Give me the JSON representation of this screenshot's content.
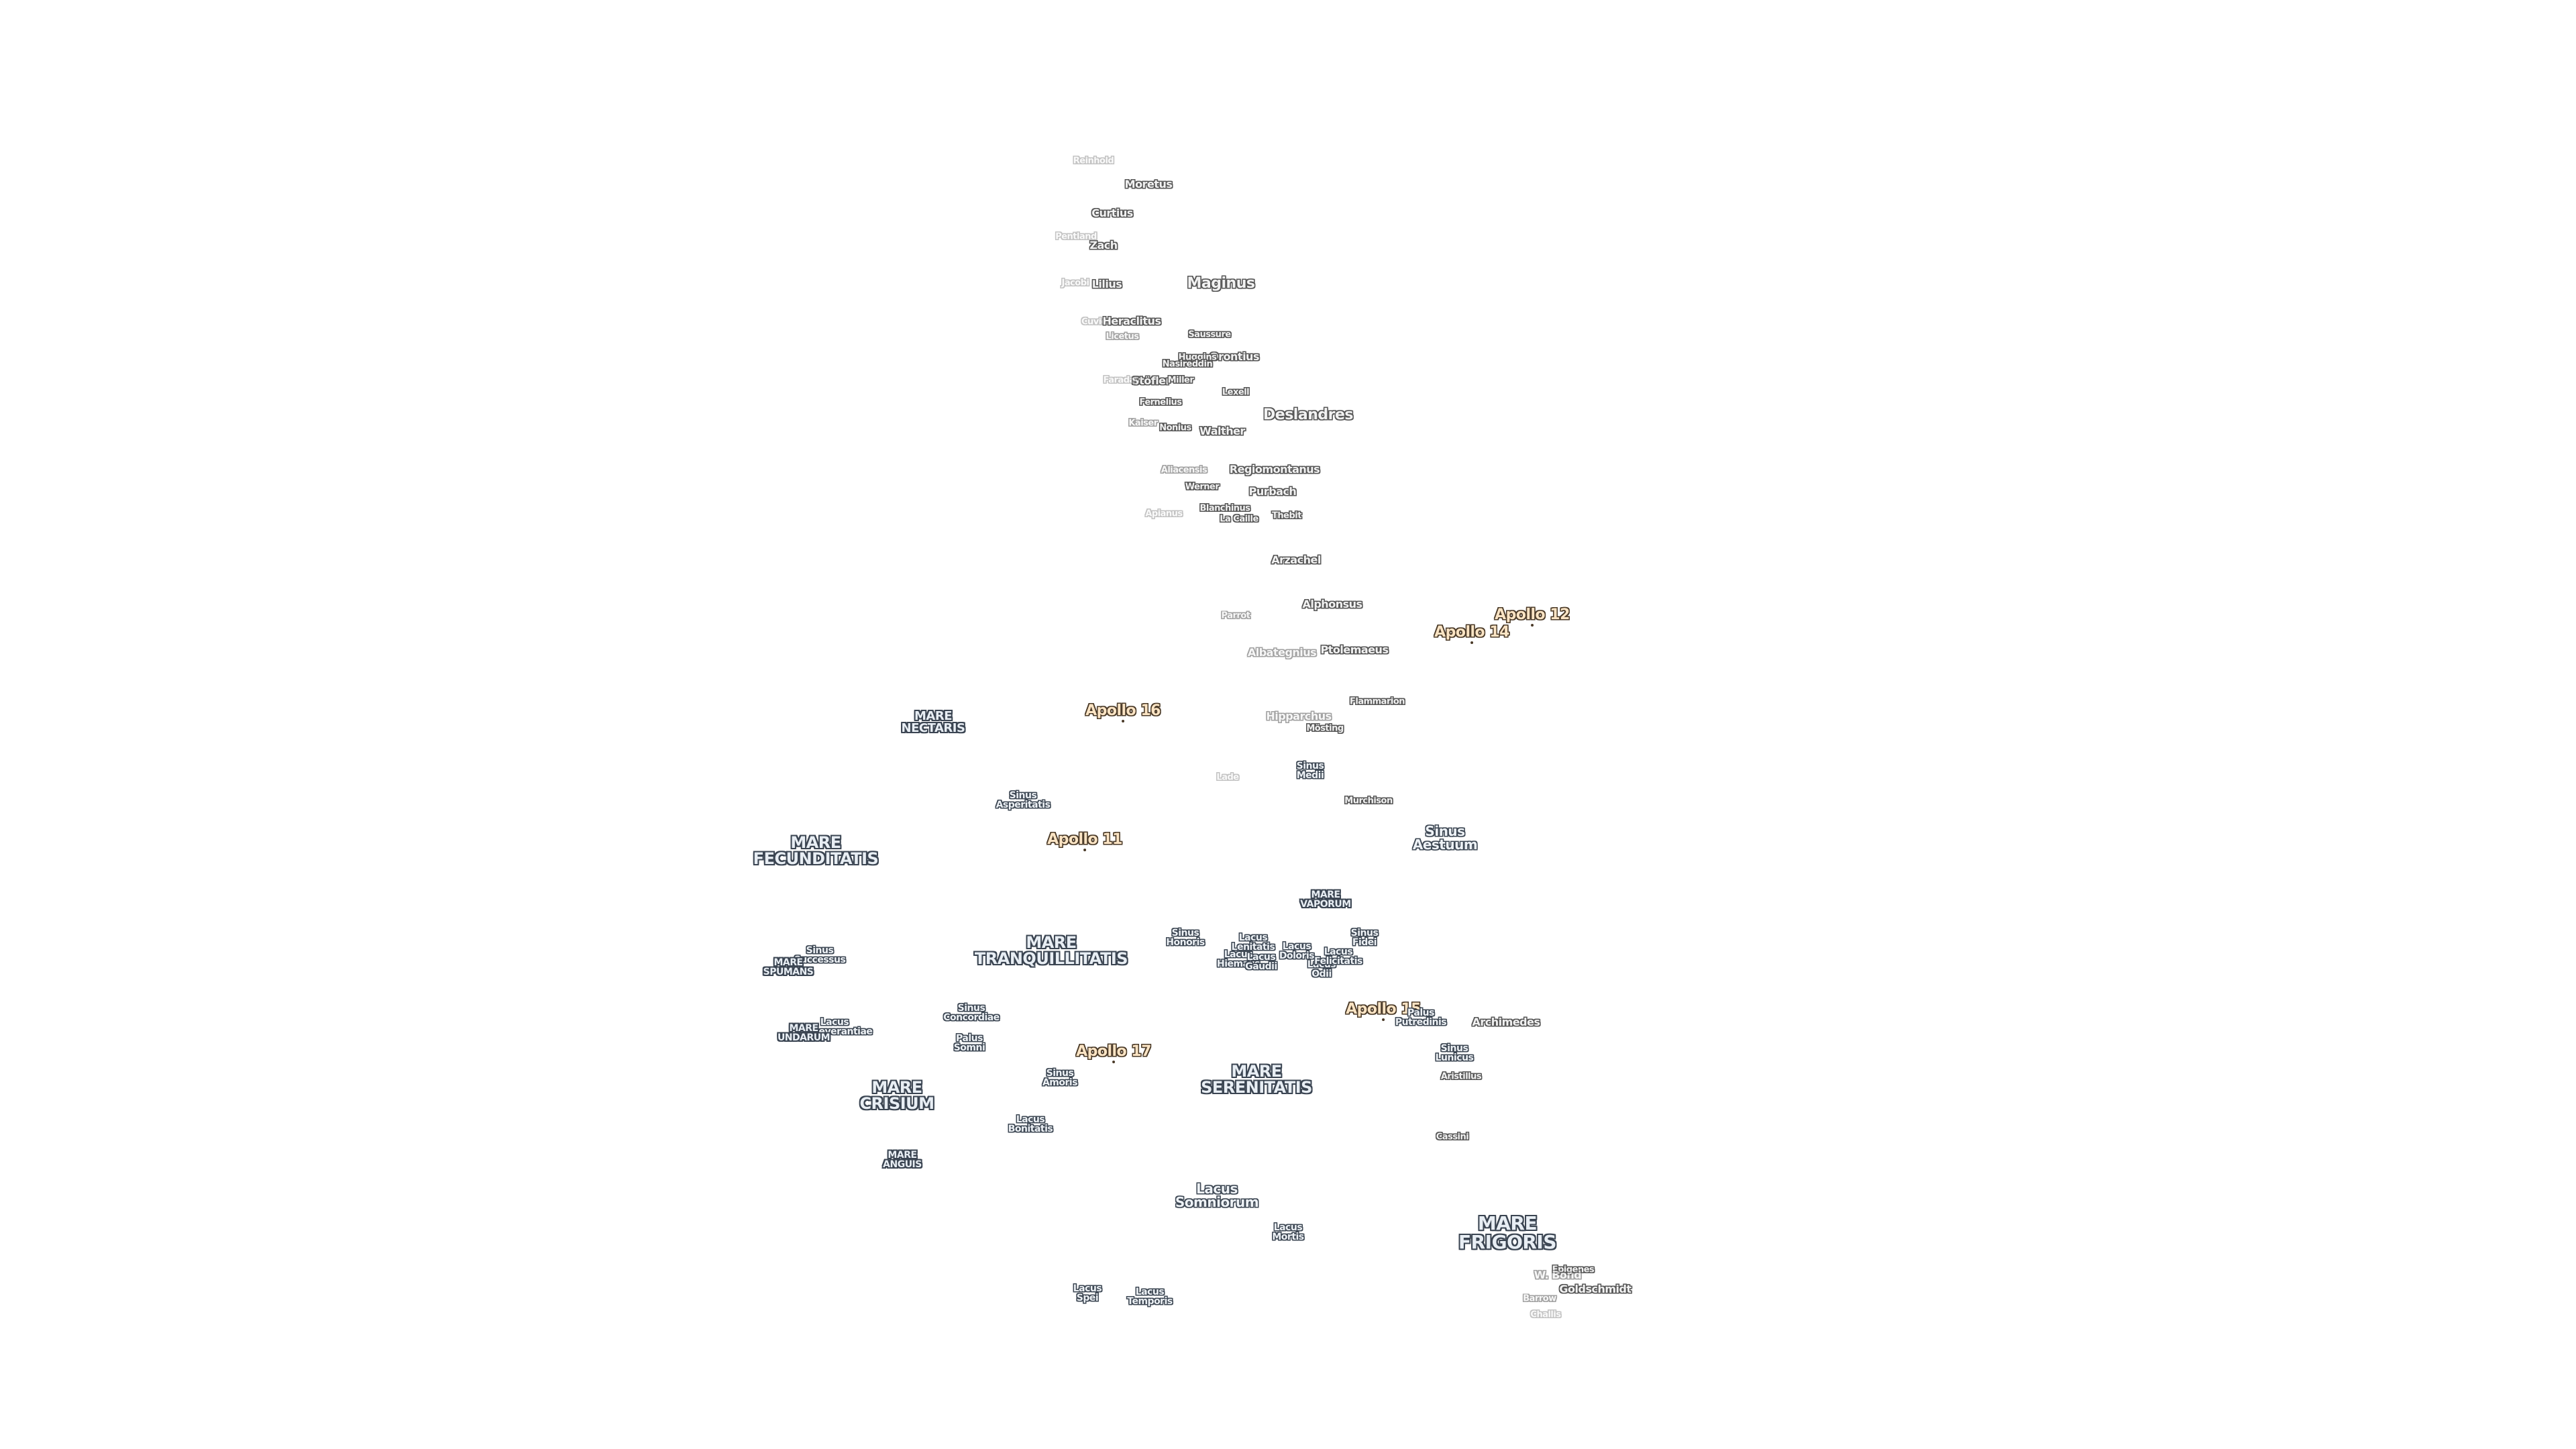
{
  "map": {
    "labels": [
      {
        "text": "Reinhold",
        "kind": "crater-s faint"
      },
      {
        "text": "Moretus",
        "kind": "crater"
      },
      {
        "text": "Curtius",
        "kind": "crater"
      },
      {
        "text": "Pentland",
        "kind": "crater-s faint"
      },
      {
        "text": "Zach",
        "kind": "crater"
      },
      {
        "text": "Jacobi",
        "kind": "crater-s faint"
      },
      {
        "text": "Lilius",
        "kind": "crater"
      },
      {
        "text": "Maginus",
        "kind": "crater-l"
      },
      {
        "text": "Cuvier",
        "kind": "crater-s faint"
      },
      {
        "text": "Heraclitus",
        "kind": "crater"
      },
      {
        "text": "Licetus",
        "kind": "crater-s faint2"
      },
      {
        "text": "Saussure",
        "kind": "crater-s"
      },
      {
        "text": "Orontius",
        "kind": "crater"
      },
      {
        "text": "Huggins",
        "kind": "crater-s"
      },
      {
        "text": "Nasireddin",
        "kind": "crater-s"
      },
      {
        "text": "Stöfler",
        "kind": "crater"
      },
      {
        "text": "Faraday",
        "kind": "crater-s faint"
      },
      {
        "text": "Miller",
        "kind": "crater-s"
      },
      {
        "text": "Lexell",
        "kind": "crater-s"
      },
      {
        "text": "Fernelius",
        "kind": "crater-s"
      },
      {
        "text": "Deslandres",
        "kind": "crater-l"
      },
      {
        "text": "Kaiser",
        "kind": "crater-s faint2"
      },
      {
        "text": "Nonius",
        "kind": "crater-s"
      },
      {
        "text": "Walther",
        "kind": "crater"
      },
      {
        "text": "Aliacensis",
        "kind": "crater-s faint2"
      },
      {
        "text": "Regiomontanus",
        "kind": "crater"
      },
      {
        "text": "Werner",
        "kind": "crater-s"
      },
      {
        "text": "Purbach",
        "kind": "crater"
      },
      {
        "text": "Blanchinus",
        "kind": "crater-s"
      },
      {
        "text": "Apianus",
        "kind": "crater-s faint"
      },
      {
        "text": "La Caille",
        "kind": "crater-s"
      },
      {
        "text": "Thebit",
        "kind": "crater-s"
      },
      {
        "text": "Arzachel",
        "kind": "crater"
      },
      {
        "text": "Alphonsus",
        "kind": "crater"
      },
      {
        "text": "Parrot",
        "kind": "crater-s faint2"
      },
      {
        "text": "Apollo 12",
        "kind": "apollo"
      },
      {
        "text": "Apollo 14",
        "kind": "apollo"
      },
      {
        "text": "Albategnius",
        "kind": "crater faint2"
      },
      {
        "text": "Ptolemaeus",
        "kind": "crater"
      },
      {
        "text": "Flammarion",
        "kind": "crater-s"
      },
      {
        "text": "MARE\nNECTARIS",
        "kind": "mare mare-s"
      },
      {
        "text": "Apollo 16",
        "kind": "apollo"
      },
      {
        "text": "Hipparchus",
        "kind": "crater faint2"
      },
      {
        "text": "Mösting",
        "kind": "crater-s"
      },
      {
        "text": "Sinus\nMedii",
        "kind": "lake"
      },
      {
        "text": "Lade",
        "kind": "crater-s faint"
      },
      {
        "text": "Sinus\nAsperitatis",
        "kind": "lake"
      },
      {
        "text": "Murchison",
        "kind": "crater-s"
      },
      {
        "text": "Sinus\nAestuum",
        "kind": "lake lake-l"
      },
      {
        "text": "MARE\nFECUNDITATIS",
        "kind": "mare mare-m"
      },
      {
        "text": "Apollo 11",
        "kind": "apollo"
      },
      {
        "text": "MARE\nVAPORUM",
        "kind": "mare mare-xs"
      },
      {
        "text": "Sinus\nHonoris",
        "kind": "lake"
      },
      {
        "text": "Lacus\nLenitatis",
        "kind": "lake"
      },
      {
        "text": "Lacus\nDoloris",
        "kind": "lake"
      },
      {
        "text": "Sinus\nFidei",
        "kind": "lake"
      },
      {
        "text": "Lacus\nHiemalis",
        "kind": "lake"
      },
      {
        "text": "Lacus\nGaudii",
        "kind": "lake"
      },
      {
        "text": "Lacus\nOdii",
        "kind": "lake"
      },
      {
        "text": "Lacus\nFelicitatis",
        "kind": "lake"
      },
      {
        "text": "MARE\nTRANQUILLITATIS",
        "kind": "mare mare-m"
      },
      {
        "text": "Sinus\nSuccessus",
        "kind": "lake"
      },
      {
        "text": "MARE\nSPUMANS",
        "kind": "mare mare-xs"
      },
      {
        "text": "Sinus\nConcordiae",
        "kind": "lake"
      },
      {
        "text": "Apollo 15",
        "kind": "apollo"
      },
      {
        "text": "Palus\nPutredinis",
        "kind": "lake"
      },
      {
        "text": "Archimedes",
        "kind": "crater"
      },
      {
        "text": "Lacus\nPerseverantiae",
        "kind": "lake"
      },
      {
        "text": "MARE\nUNDARUM",
        "kind": "mare mare-xs"
      },
      {
        "text": "Palus\nSomni",
        "kind": "lake"
      },
      {
        "text": "Apollo 17",
        "kind": "apollo"
      },
      {
        "text": "Sinus\nLunicus",
        "kind": "lake"
      },
      {
        "text": "Sinus\nAmoris",
        "kind": "lake"
      },
      {
        "text": "Aristillus",
        "kind": "crater-s"
      },
      {
        "text": "MARE\nCRISIUM",
        "kind": "mare mare-m"
      },
      {
        "text": "MARE\nSERENITATIS",
        "kind": "mare mare-m"
      },
      {
        "text": "Lacus\nBonitatis",
        "kind": "lake"
      },
      {
        "text": "Cassini",
        "kind": "crater-s"
      },
      {
        "text": "MARE\nANGUIS",
        "kind": "mare mare-xs"
      },
      {
        "text": "Lacus\nSomniorum",
        "kind": "lake lake-l"
      },
      {
        "text": "MARE\nFRIGORIS",
        "kind": "mare mare-l"
      },
      {
        "text": "Lacus\nMortis",
        "kind": "lake"
      },
      {
        "text": "Epigenes",
        "kind": "crater-s"
      },
      {
        "text": "W. Bond",
        "kind": "crater faint2"
      },
      {
        "text": "Goldschmidt",
        "kind": "crater"
      },
      {
        "text": "Lacus\nSpei",
        "kind": "lake"
      },
      {
        "text": "Lacus\nTemporis",
        "kind": "lake"
      },
      {
        "text": "Barrow",
        "kind": "crater-s faint2"
      },
      {
        "text": "Challis",
        "kind": "crater-s faint"
      }
    ]
  }
}
